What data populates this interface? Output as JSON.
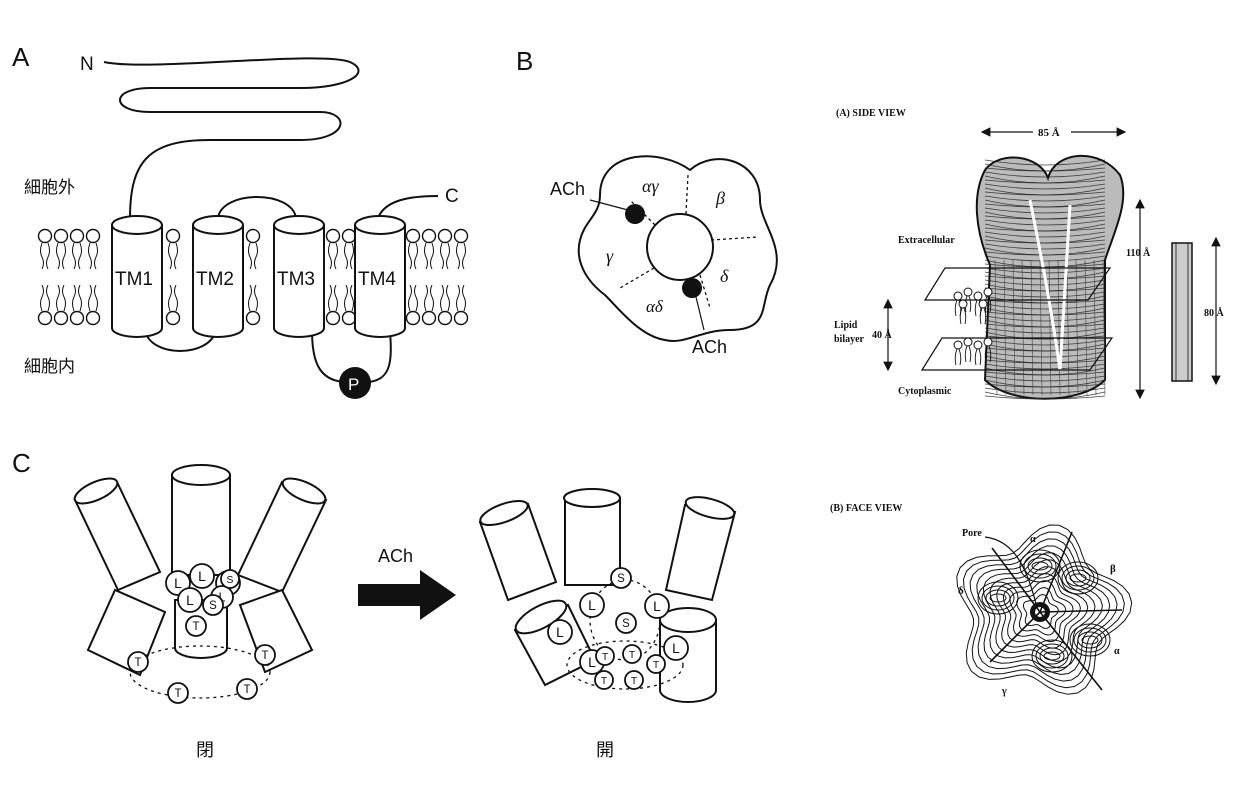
{
  "panel_a": {
    "letter": "A",
    "n_terminus": "N",
    "c_terminus": "C",
    "extracellular": "細胞外",
    "intracellular": "細胞内",
    "helices": [
      "TM1",
      "TM2",
      "TM3",
      "TM4"
    ],
    "phospho": "P"
  },
  "panel_b": {
    "letter": "B",
    "ach_top": "ACh",
    "ach_bottom": "ACh",
    "subunits": {
      "alpha_gamma": "αγ",
      "beta": "β",
      "gamma": "γ",
      "delta": "δ",
      "alpha_delta": "αδ"
    }
  },
  "panel_c": {
    "letter": "C",
    "arrow_label": "ACh",
    "closed_label": "閉",
    "open_label": "開",
    "closed_residues": [
      "L",
      "L",
      "L",
      "L",
      "L",
      "S",
      "S",
      "T",
      "T",
      "T",
      "T",
      "T"
    ],
    "open_residues": [
      "S",
      "L",
      "L",
      "L",
      "S",
      "L",
      "L",
      "T",
      "T",
      "T",
      "T",
      "T"
    ]
  },
  "side_view": {
    "title": "(A)  SIDE VIEW",
    "width_label": "85 Å",
    "height_label": "110 Å",
    "rod_label": "80 Å",
    "extracellular": "Extracellular",
    "lipid_line1": "Lipid",
    "lipid_line2": "bilayer",
    "lipid_thickness": "40 Å",
    "cytoplasmic": "Cytoplasmic"
  },
  "face_view": {
    "title": "(B)  FACE VIEW",
    "pore": "Pore",
    "alpha_top": "α",
    "beta": "β",
    "delta": "δ",
    "alpha_right": "α",
    "gamma": "γ"
  }
}
